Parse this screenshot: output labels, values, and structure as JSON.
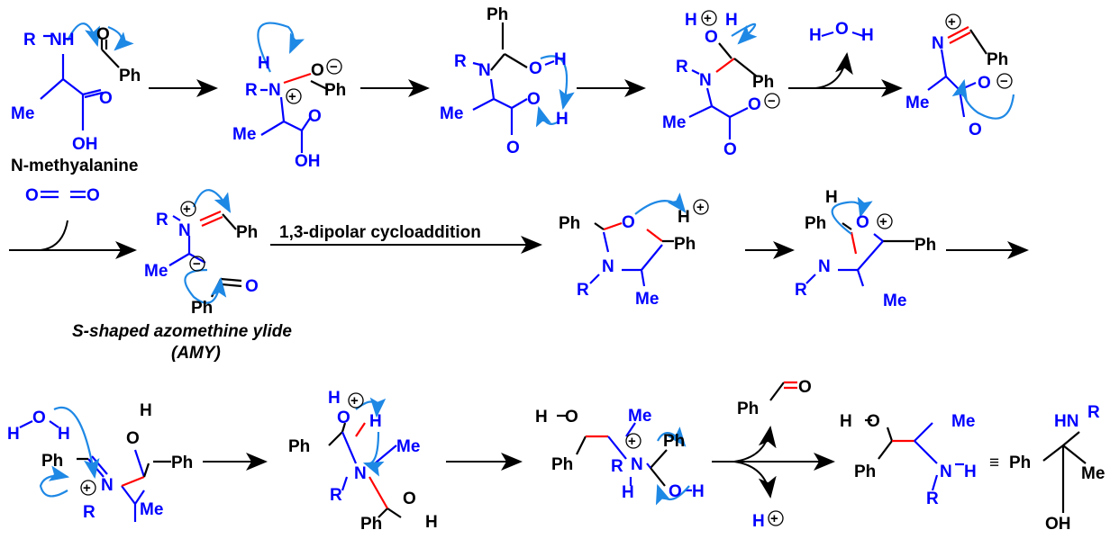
{
  "colors": {
    "atom": "#0000ff",
    "new_bond": "#ff0000",
    "electron_arrow": "#1e88e5",
    "text": "#000000"
  },
  "s1": {
    "atoms": [
      "R",
      "NH",
      "O",
      "Ph",
      "Me",
      "O",
      "OH"
    ],
    "name": "N-methyalanine"
  },
  "s2": {
    "atoms": [
      "H",
      "R",
      "N",
      "O",
      "Ph",
      "Me",
      "O",
      "OH"
    ],
    "charges": [
      "+",
      "−"
    ]
  },
  "s3": {
    "atoms": [
      "Ph",
      "R",
      "N",
      "O",
      "H",
      "Me",
      "O",
      "O",
      "H"
    ]
  },
  "s4": {
    "atoms": [
      "H",
      "O",
      "H",
      "R",
      "N",
      "Ph",
      "Me",
      "O",
      "O"
    ],
    "charges": [
      "+",
      "−"
    ]
  },
  "water": {
    "atoms": [
      "H",
      "O",
      "H"
    ]
  },
  "s5": {
    "atoms": [
      "N",
      "Ph",
      "Me",
      "O",
      "O"
    ],
    "charges": [
      "+",
      "−"
    ]
  },
  "co2": {
    "atoms": [
      "O",
      "O"
    ]
  },
  "amy": {
    "atoms": [
      "R",
      "N",
      "Ph",
      "Me",
      "O",
      "Ph"
    ],
    "charges": [
      "+",
      "−"
    ],
    "name": "S-shaped azomethine ylide",
    "abbr": "(AMY)"
  },
  "step_label": "1,3-dipolar cycloaddition",
  "ox1": {
    "atoms": [
      "Ph",
      "O",
      "Ph",
      "N",
      "R",
      "Me",
      "H"
    ],
    "charges": [
      "+"
    ]
  },
  "ox2": {
    "atoms": [
      "H",
      "Ph",
      "O",
      "Ph",
      "N",
      "R",
      "Me"
    ],
    "charges": [
      "+"
    ]
  },
  "r3a": {
    "atoms": [
      "H",
      "O",
      "H",
      "Ph",
      "N",
      "R",
      "O",
      "H",
      "Ph",
      "Me"
    ],
    "charges": [
      "+"
    ]
  },
  "r3b": {
    "atoms": [
      "H",
      "O",
      "H",
      "Ph",
      "N",
      "Me",
      "R",
      "Ph",
      "O",
      "H"
    ],
    "charges": [
      "+"
    ]
  },
  "r3c": {
    "atoms": [
      "H",
      "O",
      "Ph",
      "Me",
      "N",
      "R",
      "H",
      "Ph",
      "O",
      "H"
    ],
    "charges": [
      "+"
    ]
  },
  "byproducts": {
    "aldehyde": [
      "Ph",
      "O"
    ],
    "proton": "H"
  },
  "product": {
    "atoms": [
      "H",
      "O",
      "Ph",
      "Me",
      "N",
      "H",
      "R",
      "Ph",
      "HN",
      "R",
      "OH",
      "Me"
    ],
    "equiv": "≡"
  }
}
